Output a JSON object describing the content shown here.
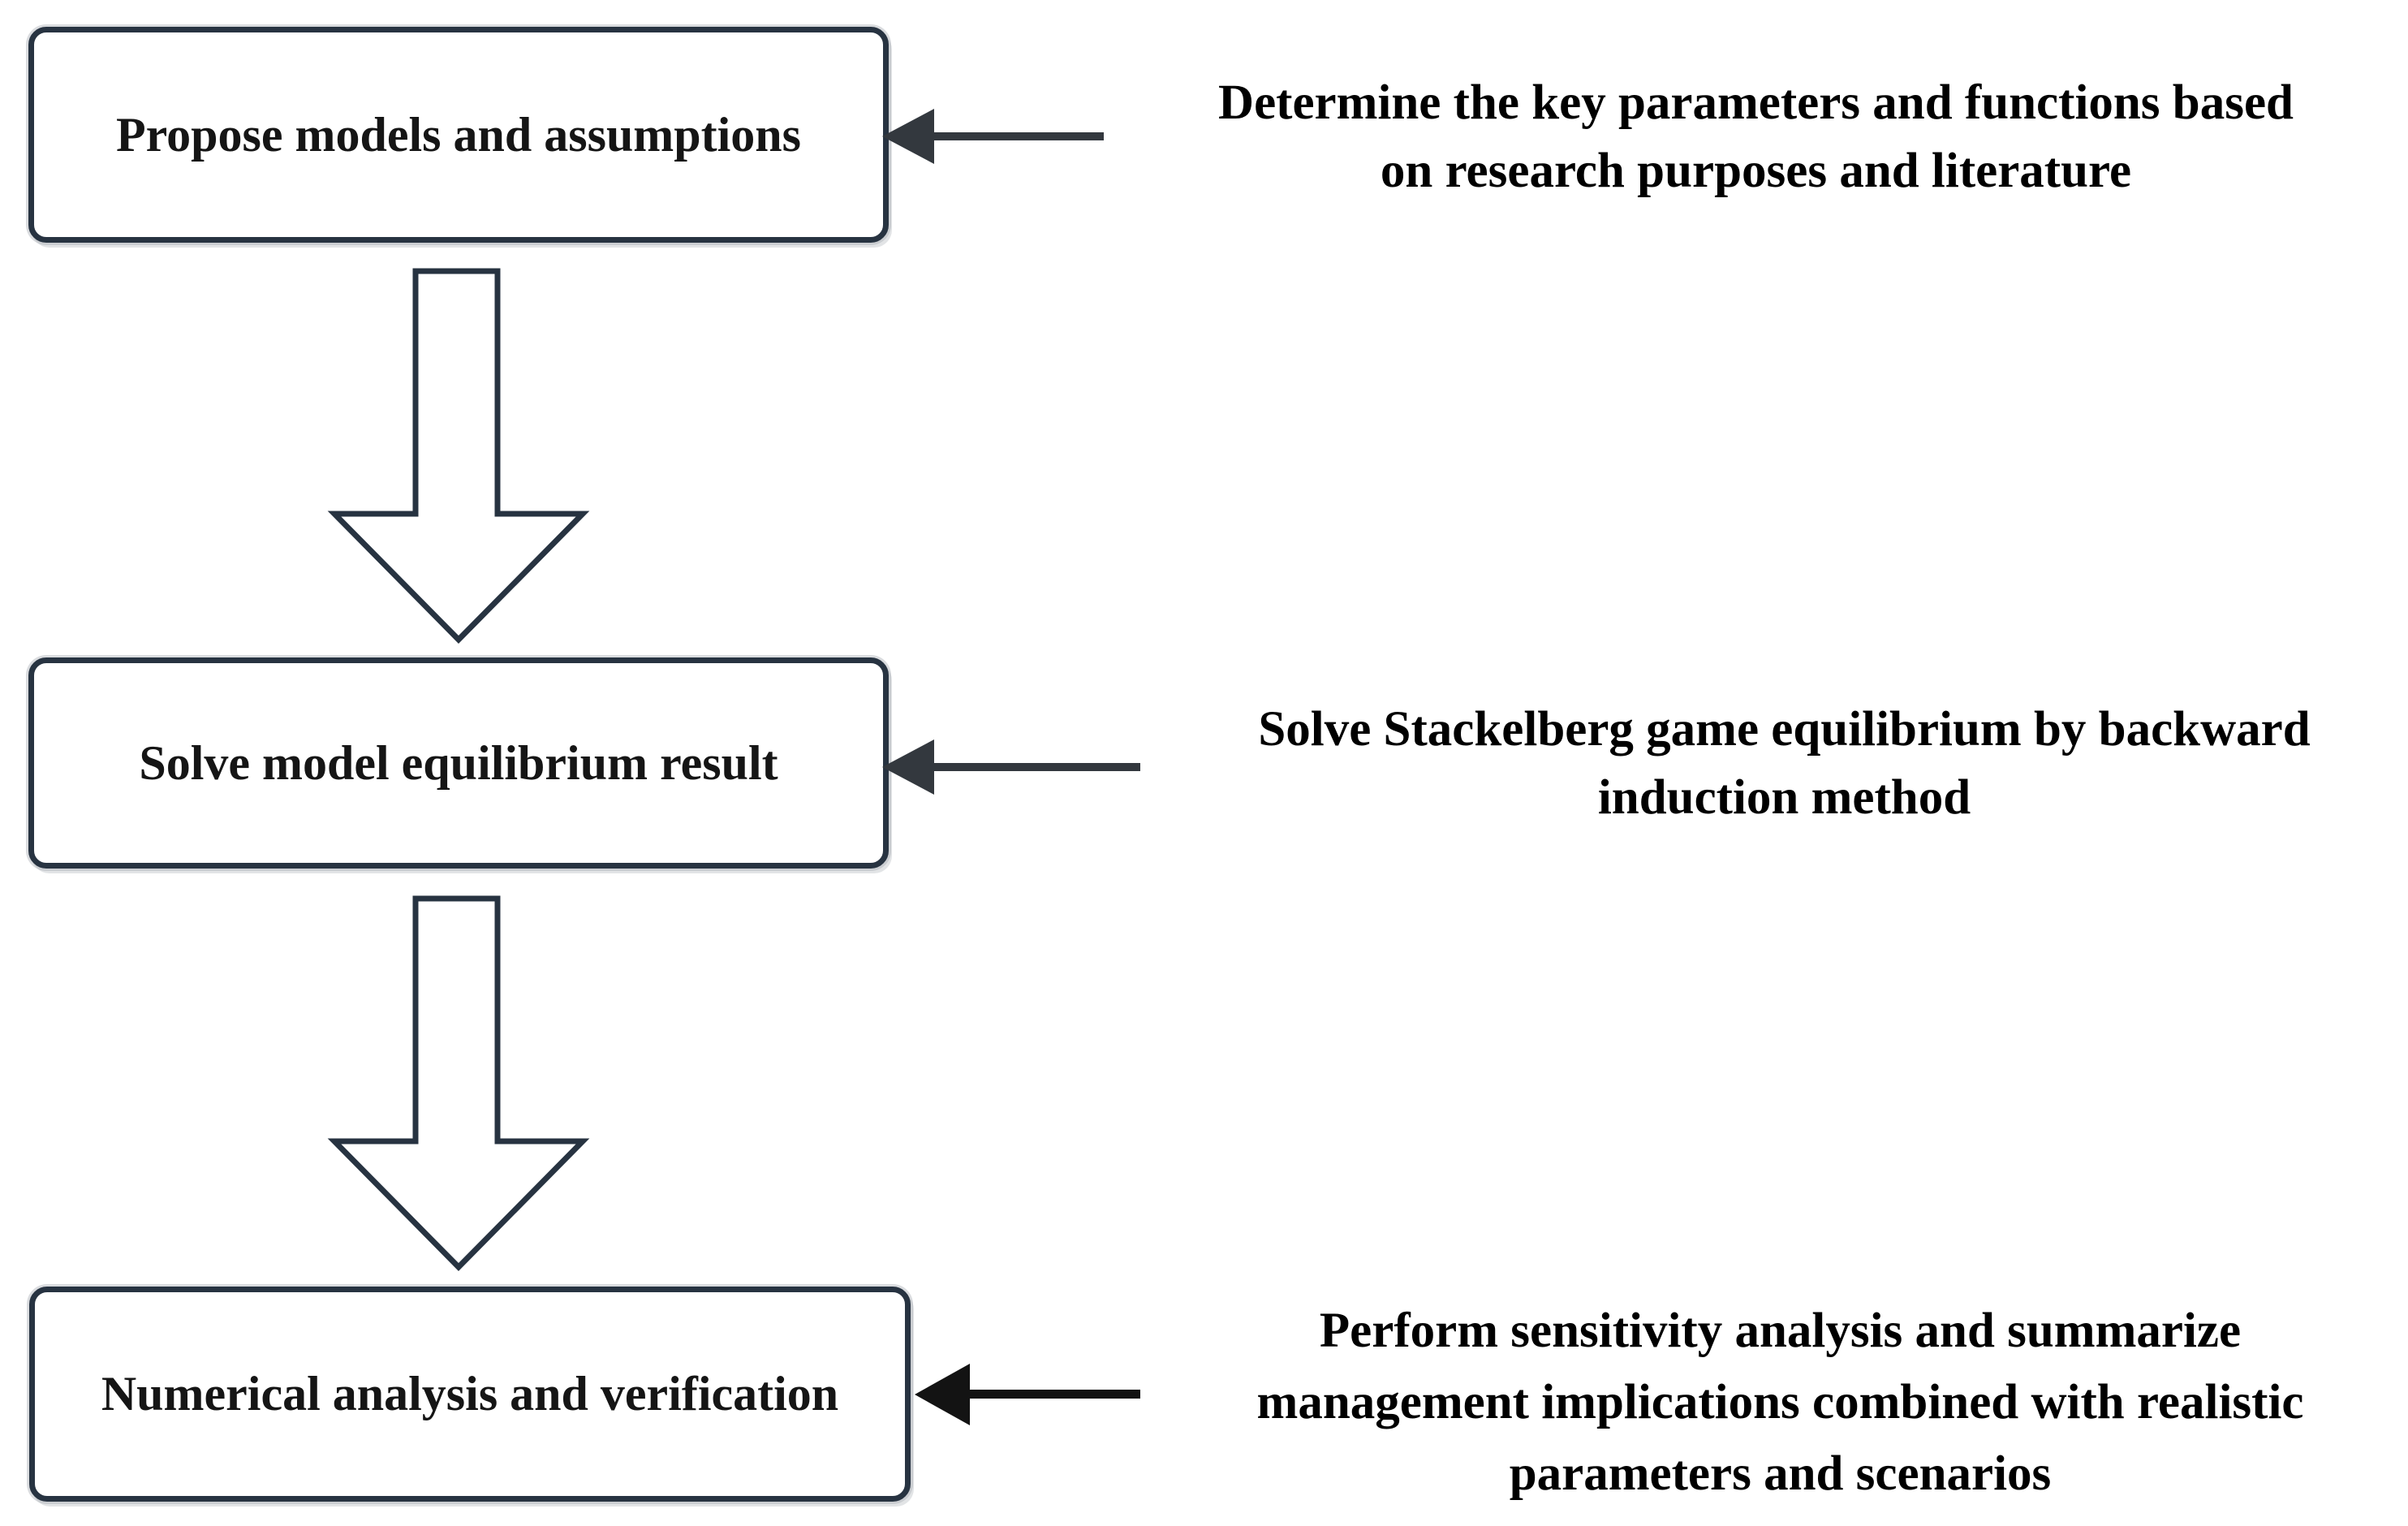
{
  "colors": {
    "outline": "#273341",
    "connector": "#33383e",
    "connector_black": "#131313",
    "label_text": "#151515",
    "annotation_text": "#000000",
    "background": "#ffffff",
    "box_fill": "#ffffff"
  },
  "steps": [
    {
      "box_label": "Propose models and assumptions",
      "annotation_lines": [
        "Determine the key parameters and functions based",
        "on research purposes and literature"
      ]
    },
    {
      "box_label": "Solve model equilibrium result",
      "annotation_lines": [
        "Solve Stackelberg game equilibrium by backward",
        "induction method"
      ]
    },
    {
      "box_label": "Numerical analysis and verification",
      "annotation_lines": [
        "Perform sensitivity analysis and summarize",
        "management implications combined with realistic",
        "parameters and scenarios"
      ]
    }
  ]
}
